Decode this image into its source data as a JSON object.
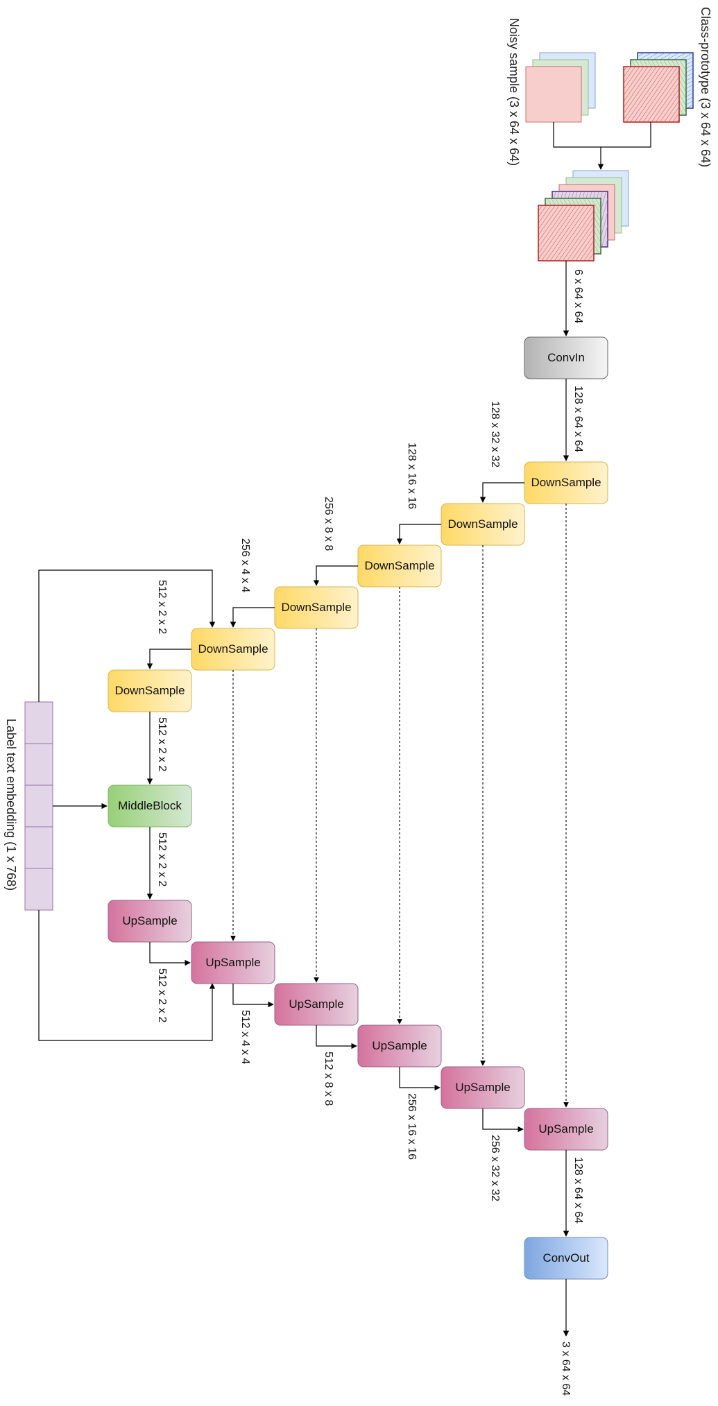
{
  "inputs": {
    "noisy_sample": "Noisy sample (3 x 64 x 64)",
    "class_prototype": "Class-prototype (3 x 64 x 64)",
    "label_embedding": "Label text embedding (1 x 768)"
  },
  "blocks": {
    "conv_in": "ConvIn",
    "down": [
      "DownSample",
      "DownSample",
      "DownSample",
      "DownSample",
      "DownSample",
      "DownSample"
    ],
    "middle": "MiddleBlock",
    "up": [
      "UpSample",
      "UpSample",
      "UpSample",
      "UpSample",
      "UpSample",
      "UpSample"
    ],
    "conv_out": "ConvOut"
  },
  "dims": {
    "concat": "6 x 64 x 64",
    "conv_in_out": "128 x 64 x 64",
    "down": [
      "128 x 32 x 32",
      "128 x 16 x 16",
      "256 x 8 x 8",
      "256 x 4 x 4",
      "512 x 2 x 2"
    ],
    "down_to_middle": "512 x 2 x 2",
    "middle_to_up": "512 x 2 x 2",
    "up": [
      "512 x 2 x 2",
      "512 x 4 x 4",
      "512 x 8 x 8",
      "256 x 16 x 16",
      "256 x 32 x 32"
    ],
    "up_to_conv_out": "128 x 64 x 64",
    "output": "3 x 64 x 64"
  },
  "colors": {
    "down_fill": "#ffd966",
    "up_fill": "#d5739d",
    "middle_fill": "#97d077",
    "conv_in_fill": "#b3b3b3",
    "conv_out_fill": "#7ea6e0",
    "embedding_fill": "#e1d5e7",
    "embedding_stroke": "#9673a6"
  }
}
